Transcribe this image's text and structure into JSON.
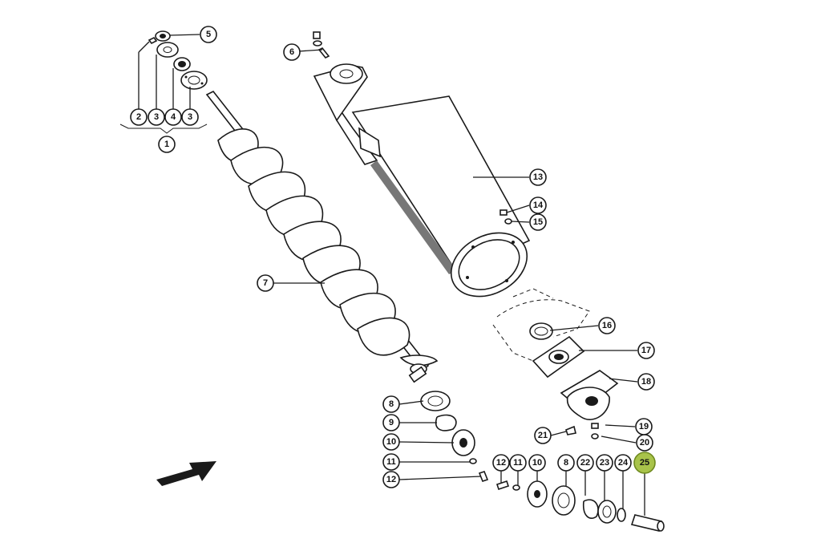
{
  "diagram": {
    "callouts": [
      {
        "id": "c1",
        "label": "1"
      },
      {
        "id": "c2",
        "label": "2"
      },
      {
        "id": "c3a",
        "label": "3"
      },
      {
        "id": "c4",
        "label": "4"
      },
      {
        "id": "c3b",
        "label": "3"
      },
      {
        "id": "c5",
        "label": "5"
      },
      {
        "id": "c6",
        "label": "6"
      },
      {
        "id": "c7",
        "label": "7"
      },
      {
        "id": "c8a",
        "label": "8"
      },
      {
        "id": "c9",
        "label": "9"
      },
      {
        "id": "c10a",
        "label": "10"
      },
      {
        "id": "c11a",
        "label": "11"
      },
      {
        "id": "c12a",
        "label": "12"
      },
      {
        "id": "c13",
        "label": "13"
      },
      {
        "id": "c14",
        "label": "14"
      },
      {
        "id": "c15",
        "label": "15"
      },
      {
        "id": "c16",
        "label": "16"
      },
      {
        "id": "c17",
        "label": "17"
      },
      {
        "id": "c18",
        "label": "18"
      },
      {
        "id": "c19",
        "label": "19"
      },
      {
        "id": "c20",
        "label": "20"
      },
      {
        "id": "c21",
        "label": "21"
      },
      {
        "id": "c12b",
        "label": "12"
      },
      {
        "id": "c11b",
        "label": "11"
      },
      {
        "id": "c10b",
        "label": "10"
      },
      {
        "id": "c8b",
        "label": "8"
      },
      {
        "id": "c22",
        "label": "22"
      },
      {
        "id": "c23",
        "label": "23"
      },
      {
        "id": "c24",
        "label": "24"
      },
      {
        "id": "c25",
        "label": "25",
        "highlighted": true
      }
    ],
    "highlight_color": "#a8c34a"
  }
}
